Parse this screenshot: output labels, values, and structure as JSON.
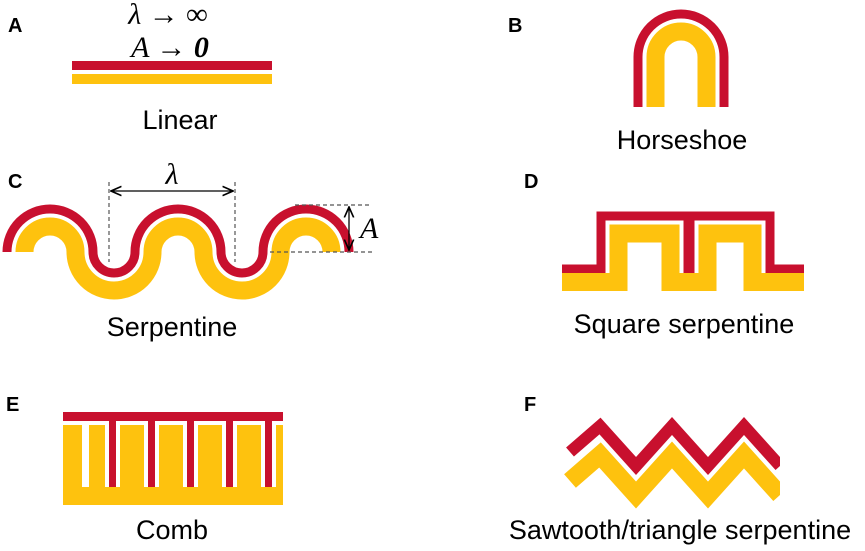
{
  "colors": {
    "outer_layer": "#c8102e",
    "inner_layer": "#fec20e",
    "gap": "#ffffff"
  },
  "panels": [
    {
      "letter": "A",
      "caption": "Linear",
      "math_top": "λ → ∞",
      "math_bottom_var": "A → ",
      "math_bottom_val": "0"
    },
    {
      "letter": "B",
      "caption": "Horseshoe"
    },
    {
      "letter": "C",
      "caption": "Serpentine",
      "wavelength_label": "λ",
      "amplitude_label": "A"
    },
    {
      "letter": "D",
      "caption": "Square serpentine"
    },
    {
      "letter": "E",
      "caption": "Comb"
    },
    {
      "letter": "F",
      "caption": "Sawtooth/triangle serpentine"
    }
  ]
}
